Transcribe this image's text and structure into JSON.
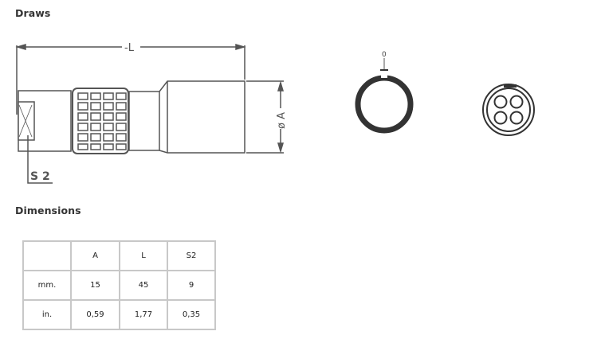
{
  "sections": {
    "draws_title": "Draws",
    "dimensions_title": "Dimensions"
  },
  "drawing": {
    "length_label": "-L",
    "diameter_label": "ø A",
    "s2_label": "S 2",
    "key_label": "0",
    "line_color": "#555555"
  },
  "table": {
    "headers": [
      "",
      "A",
      "L",
      "S2"
    ],
    "rows": [
      {
        "unit": "mm.",
        "A": "15",
        "L": "45",
        "S2": "9"
      },
      {
        "unit": "in.",
        "A": "0,59",
        "L": "1,77",
        "S2": "0,35"
      }
    ],
    "border_color": "#c8c8c8"
  }
}
